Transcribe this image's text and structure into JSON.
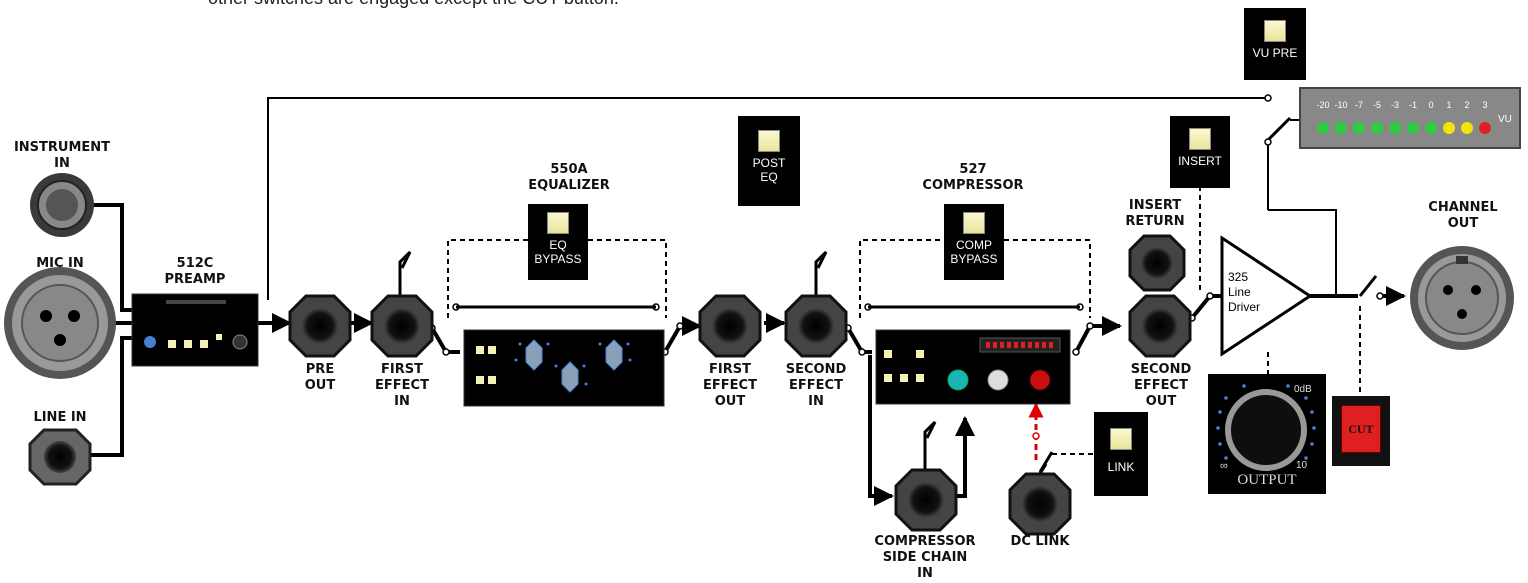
{
  "intro_text": "other switches are engaged except the CUT button.",
  "inputs": {
    "instrument_in": "INSTRUMENT\nIN",
    "mic_in": "MIC IN",
    "line_in": "LINE IN"
  },
  "modules": {
    "preamp_title": "512C\nPREAMP",
    "eq_title": "550A\nEQUALIZER",
    "comp_title": "527\nCOMPRESSOR",
    "line_driver": "325\nLine\nDriver",
    "output_label": "OUTPUT",
    "output_scale_max": "0dB",
    "output_scale_min": "∞",
    "output_scale_mid": "10"
  },
  "jacks": {
    "pre_out": "PRE\nOUT",
    "first_effect_in": "FIRST\nEFFECT\nIN",
    "first_effect_out": "FIRST\nEFFECT\nOUT",
    "second_effect_in": "SECOND\nEFFECT\nIN",
    "comp_side_chain_in": "COMPRESSOR\nSIDE CHAIN\nIN",
    "dc_link": "DC LINK",
    "insert_return": "INSERT\nRETURN",
    "second_effect_out": "SECOND\nEFFECT\nOUT",
    "channel_out": "CHANNEL\nOUT"
  },
  "buttons": {
    "eq_bypass": "EQ\nBYPASS",
    "post_eq": "POST\nEQ",
    "comp_bypass": "COMP\nBYPASS",
    "insert": "INSERT",
    "vu_pre": "VU PRE",
    "link": "LINK",
    "cut": "CUT"
  },
  "vu_meter": {
    "scale": [
      "-20",
      "-10",
      "-7",
      "-5",
      "-3",
      "-1",
      "0",
      "1",
      "2",
      "3"
    ],
    "unit": "VU",
    "led_colors": [
      "#2ecc40",
      "#2ecc40",
      "#2ecc40",
      "#2ecc40",
      "#2ecc40",
      "#2ecc40",
      "#2ecc40",
      "#f2e600",
      "#f2e600",
      "#e02020"
    ]
  },
  "colors": {
    "lamp": "#f5f2b8",
    "cut_face": "#e02020",
    "link_arrow": "#e00000",
    "knob_blue": "#4a7fd6",
    "knob_teal": "#19b5b5",
    "knob_red": "#c81010"
  }
}
